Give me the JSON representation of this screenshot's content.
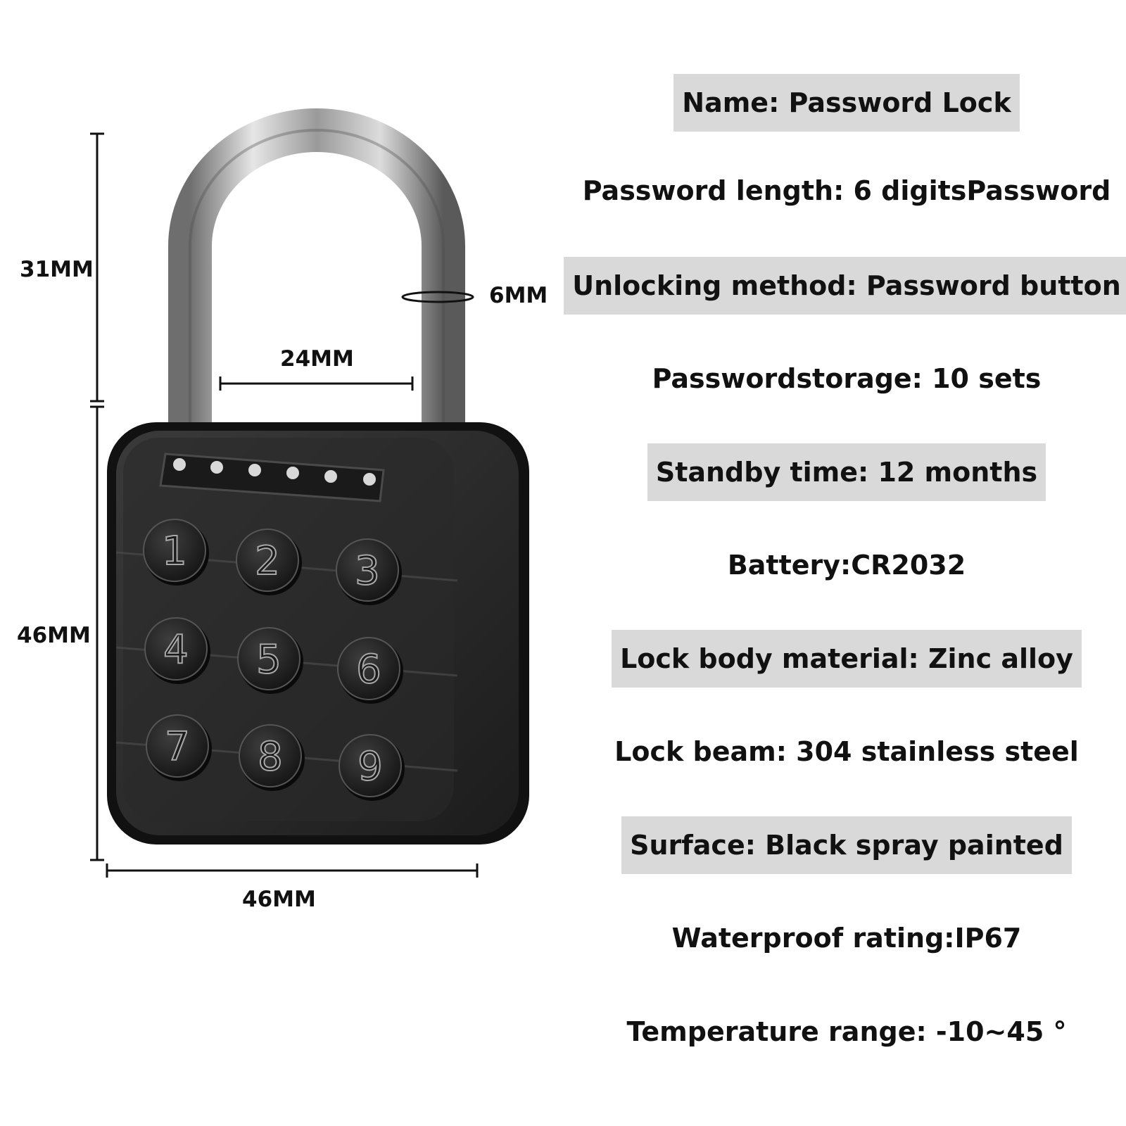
{
  "dimensions": {
    "shackle_height": "31MM",
    "shackle_thickness": "6MM",
    "shackle_inner_width": "24MM",
    "body_height": "46MM",
    "body_width": "46MM"
  },
  "keypad": {
    "keys": [
      "1",
      "2",
      "3",
      "4",
      "5",
      "6",
      "7",
      "8",
      "9"
    ],
    "indicator_count": 6
  },
  "specs": [
    {
      "text": "Name: Password Lock",
      "shaded": true
    },
    {
      "text": "Password length: 6 digitsPassword",
      "shaded": false
    },
    {
      "text": "Unlocking method: Password button",
      "shaded": true
    },
    {
      "text": "Passwordstorage: 10 sets",
      "shaded": false
    },
    {
      "text": "Standby time: 12 months",
      "shaded": true
    },
    {
      "text": "Battery:CR2032",
      "shaded": false
    },
    {
      "text": "Lock body material: Zinc alloy",
      "shaded": true
    },
    {
      "text": "Lock beam: 304 stainless steel",
      "shaded": false
    },
    {
      "text": "Surface: Black spray painted",
      "shaded": true
    },
    {
      "text": "Waterproof rating:IP67",
      "shaded": false
    },
    {
      "text": "Temperature range: -10~45 °",
      "shaded": false
    }
  ],
  "colors": {
    "label_background": "#d9d9d9",
    "lock_body": "#262626",
    "shackle": "#b5b5b5"
  }
}
